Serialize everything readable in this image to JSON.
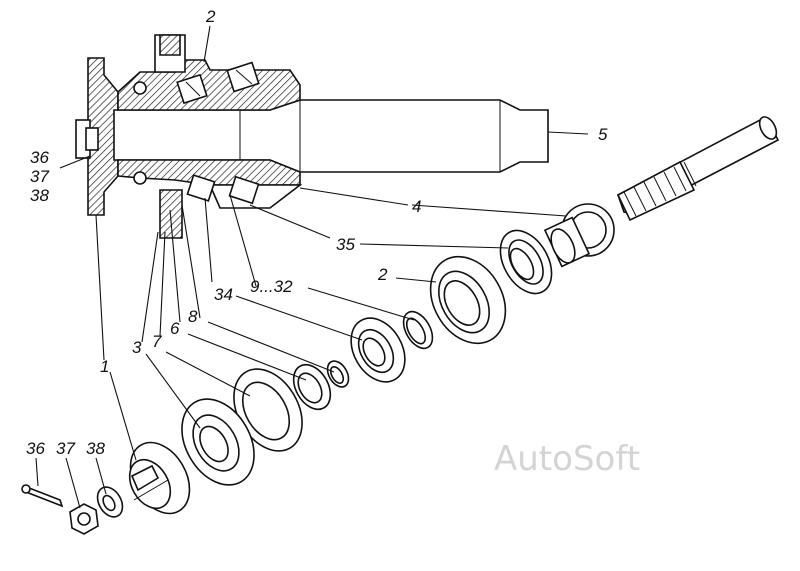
{
  "labels": {
    "l2_top": "2",
    "l5": "5",
    "l4": "4",
    "l35": "35",
    "l2_mid": "2",
    "l9_32": "9...32",
    "l34": "34",
    "l8": "8",
    "l6": "6",
    "l7": "7",
    "l3": "3",
    "l1": "1",
    "l36_a": "36",
    "l37_a": "37",
    "l38_a": "38",
    "l36_b": "36",
    "l37_b": "37",
    "l38_b": "38"
  },
  "watermark": "AutoSoft"
}
